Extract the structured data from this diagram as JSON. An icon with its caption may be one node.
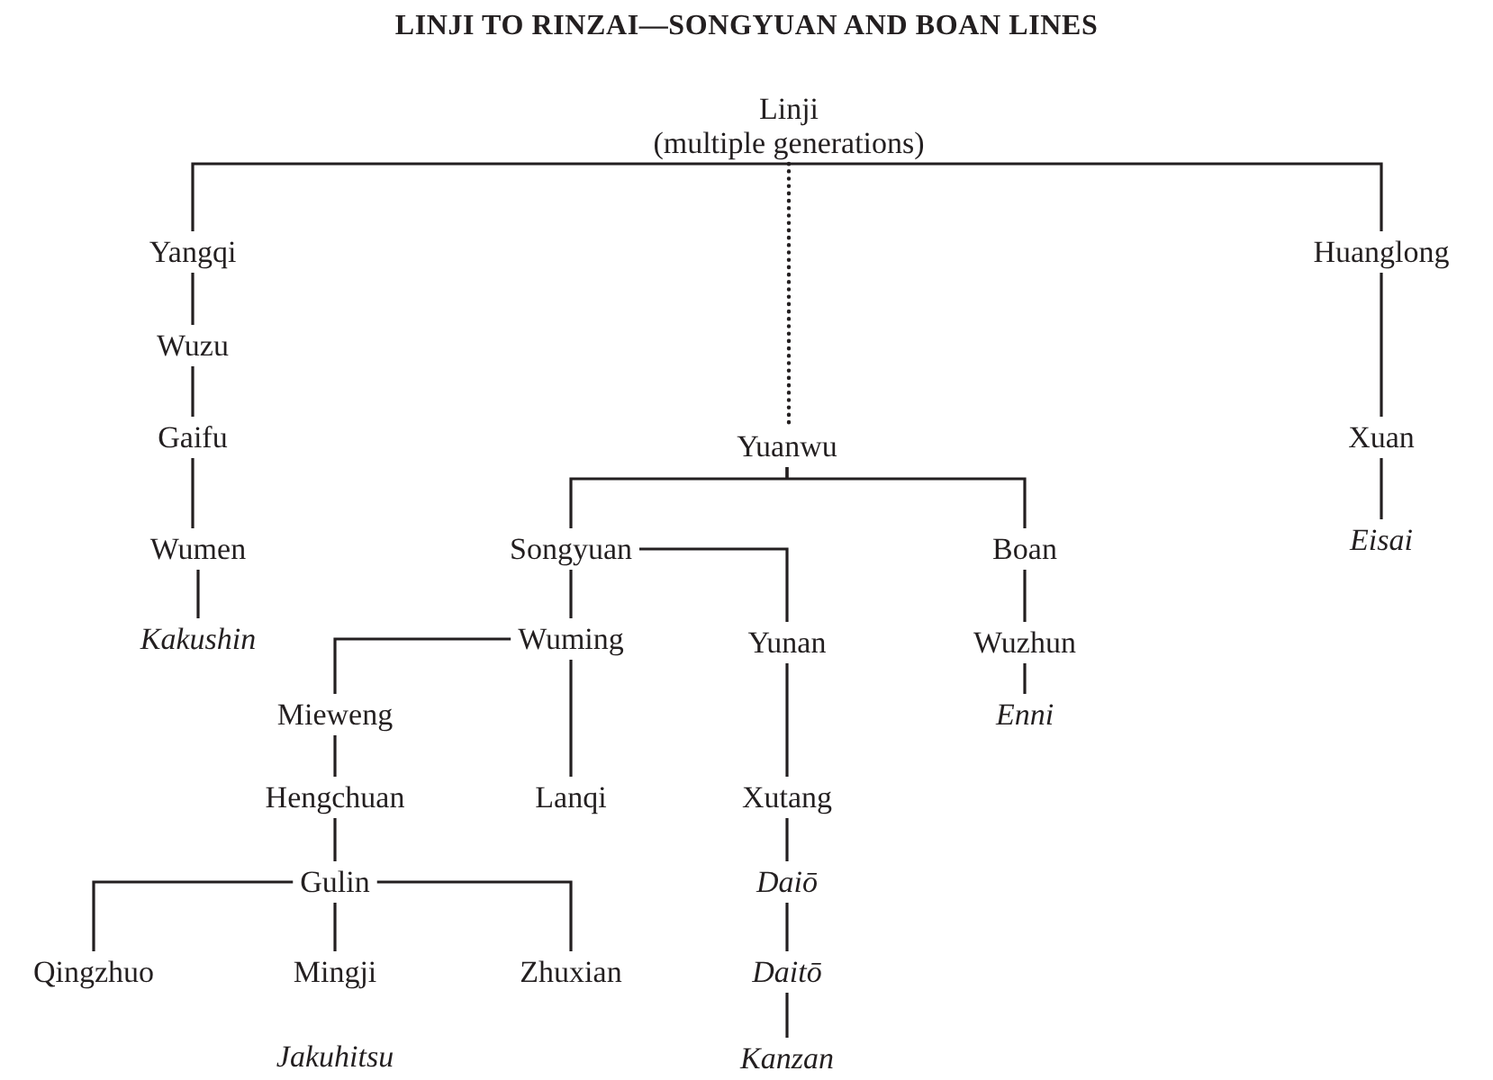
{
  "diagram": {
    "title": "LINJI TO RINZAI—SONGYUAN AND BOAN LINES",
    "nodes": [
      {
        "text": [
          "Linji",
          "(multiple generations)"
        ]
      },
      {
        "text": [
          "Yangqi"
        ]
      },
      {
        "text": [
          "Huanglong"
        ]
      },
      {
        "text": [
          "Wuzu"
        ]
      },
      {
        "text": [
          "Gaifu"
        ]
      },
      {
        "text": [
          "Yuanwu"
        ]
      },
      {
        "text": [
          "Xuan"
        ]
      },
      {
        "text": [
          "Wumen"
        ]
      },
      {
        "text": [
          "Songyuan"
        ]
      },
      {
        "text": [
          "Boan"
        ]
      },
      {
        "text": [
          "Eisai"
        ]
      },
      {
        "text": [
          "Kakushin"
        ]
      },
      {
        "text": [
          "Wuming"
        ]
      },
      {
        "text": [
          "Yunan"
        ]
      },
      {
        "text": [
          "Wuzhun"
        ]
      },
      {
        "text": [
          "Mieweng"
        ]
      },
      {
        "text": [
          "Enni"
        ]
      },
      {
        "text": [
          "Hengchuan"
        ]
      },
      {
        "text": [
          "Lanqi"
        ]
      },
      {
        "text": [
          "Xutang"
        ]
      },
      {
        "text": [
          "Gulin"
        ]
      },
      {
        "text": [
          "Daiō"
        ]
      },
      {
        "text": [
          "Qingzhuo"
        ]
      },
      {
        "text": [
          "Mingji"
        ]
      },
      {
        "text": [
          "Zhuxian"
        ]
      },
      {
        "text": [
          "Daitō"
        ]
      },
      {
        "text": [
          "Jakuhitsu"
        ]
      },
      {
        "text": [
          "Kanzan"
        ]
      }
    ],
    "edges": [
      {
        "from": 0,
        "to": 1,
        "arrow": "none"
      },
      {
        "from": 0,
        "to": 5,
        "arrow": "none",
        "style": "dashed"
      },
      {
        "from": 0,
        "to": 2,
        "arrow": "none"
      },
      {
        "from": 1,
        "to": 3,
        "arrow": "none"
      },
      {
        "from": 3,
        "to": 4,
        "arrow": "none"
      },
      {
        "from": 4,
        "to": 7,
        "arrow": "none"
      },
      {
        "from": 7,
        "to": 11,
        "arrow": "none"
      },
      {
        "from": 2,
        "to": 6,
        "arrow": "none"
      },
      {
        "from": 6,
        "to": 10,
        "arrow": "none"
      },
      {
        "from": 5,
        "to": 8,
        "arrow": "none"
      },
      {
        "from": 5,
        "to": 9,
        "arrow": "none"
      },
      {
        "from": 8,
        "to": 12,
        "arrow": "none"
      },
      {
        "from": 8,
        "to": 13,
        "arrow": "none"
      },
      {
        "from": 9,
        "to": 14,
        "arrow": "none"
      },
      {
        "from": 14,
        "to": 16,
        "arrow": "none"
      },
      {
        "from": 12,
        "to": 15,
        "arrow": "none"
      },
      {
        "from": 12,
        "to": 18,
        "arrow": "none"
      },
      {
        "from": 15,
        "to": 17,
        "arrow": "none"
      },
      {
        "from": 17,
        "to": 20,
        "arrow": "none"
      },
      {
        "from": 20,
        "to": 22,
        "arrow": "none"
      },
      {
        "from": 20,
        "to": 23,
        "arrow": "none"
      },
      {
        "from": 20,
        "to": 24,
        "arrow": "none"
      },
      {
        "from": 13,
        "to": 19,
        "arrow": "none"
      },
      {
        "from": 19,
        "to": 21,
        "arrow": "none"
      },
      {
        "from": 21,
        "to": 25,
        "arrow": "none"
      },
      {
        "from": 25,
        "to": 27,
        "arrow": "none"
      }
    ]
  }
}
